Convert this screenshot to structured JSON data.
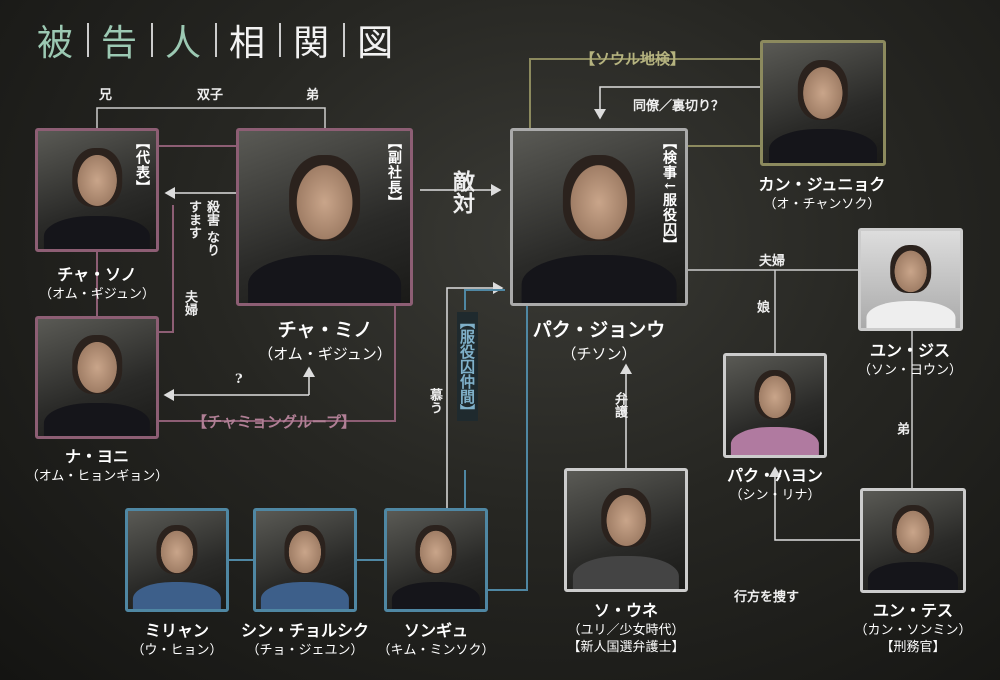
{
  "title": [
    "被",
    "告",
    "人",
    "相",
    "関",
    "図"
  ],
  "groups": {
    "cha_group": "【チャミョングループ】",
    "seoul_prosecutors": "【ソウル地検】",
    "inmates": "【服役囚仲間】"
  },
  "characters": {
    "cha_sono": {
      "name": "チャ・ソノ",
      "actor": "（オム・ギジュン）",
      "role": "【代表】"
    },
    "cha_mino": {
      "name": "チャ・ミノ",
      "actor": "（オム・ギジュン）",
      "role": "【副社長】"
    },
    "na_yoni": {
      "name": "ナ・ヨニ",
      "actor": "（オム・ヒョンギョン）"
    },
    "park_jeongwoo": {
      "name": "パク・ジョンウ",
      "actor": "（チソン）",
      "role": "【検事↓服役囚】"
    },
    "kang_junhyeok": {
      "name": "カン・ジュニョク",
      "actor": "（オ・チャンソク）"
    },
    "yun_jisu": {
      "name": "ユン・ジス",
      "actor": "（ソン・ヨウン）"
    },
    "park_hayeon": {
      "name": "パク・ハヨン",
      "actor": "（シン・リナ）"
    },
    "yun_tesu": {
      "name": "ユン・テス",
      "actor": "（カン・ソンミン）",
      "role": "【刑務官】"
    },
    "so_une": {
      "name": "ソ・ウネ",
      "actor": "（ユリ／少女時代）",
      "role": "【新人国選弁護士】"
    },
    "mirian": {
      "name": "ミリャン",
      "actor": "（ウ・ヒョン）"
    },
    "shin": {
      "name": "シン・チョルシク",
      "actor": "（チョ・ジェユン）"
    },
    "songyu": {
      "name": "ソンギュ",
      "actor": "（キム・ミンソク）"
    }
  },
  "relations": {
    "elder": "兄",
    "twins": "双子",
    "younger": "弟",
    "murder_impersonate": "殺害 なりすます",
    "married1": "夫婦",
    "question": "?",
    "enemy": "敵対",
    "colleague_betrayal": "同僚／裏切り？",
    "married2": "夫婦",
    "daughter": "娘",
    "younger_brother": "弟",
    "admire": "慕う",
    "defend": "弁護",
    "search": "行方を捜す"
  },
  "colors": {
    "pink": "#8d5e74",
    "olive": "#8c8a5e",
    "blue": "#4f87a3",
    "title_green": "#9cc9b3"
  }
}
